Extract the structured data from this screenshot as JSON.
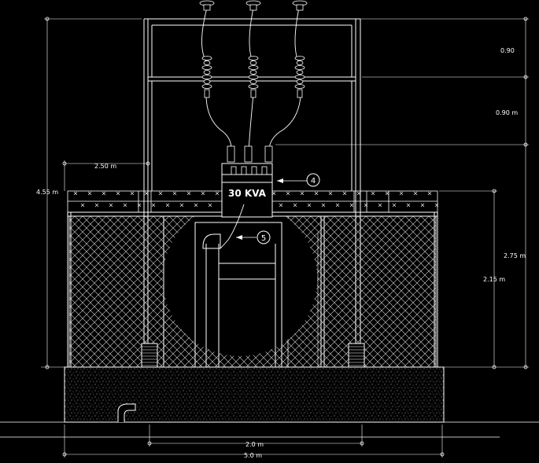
{
  "labels": {
    "transformer_rating": "30 KVA",
    "callout_4": "4",
    "callout_5": "5"
  },
  "dimensions": {
    "right_top": "0.90",
    "right_mid": "0.90 m",
    "right_lower": "2.75 m",
    "inner_height": "2.15 m",
    "left_total": "4.55 m",
    "top_offset": "2.50 m",
    "base_inner": "2.0 m",
    "base_total": "5.0 m"
  },
  "colors": {
    "background": "#000000",
    "lines": "#ffffff"
  }
}
